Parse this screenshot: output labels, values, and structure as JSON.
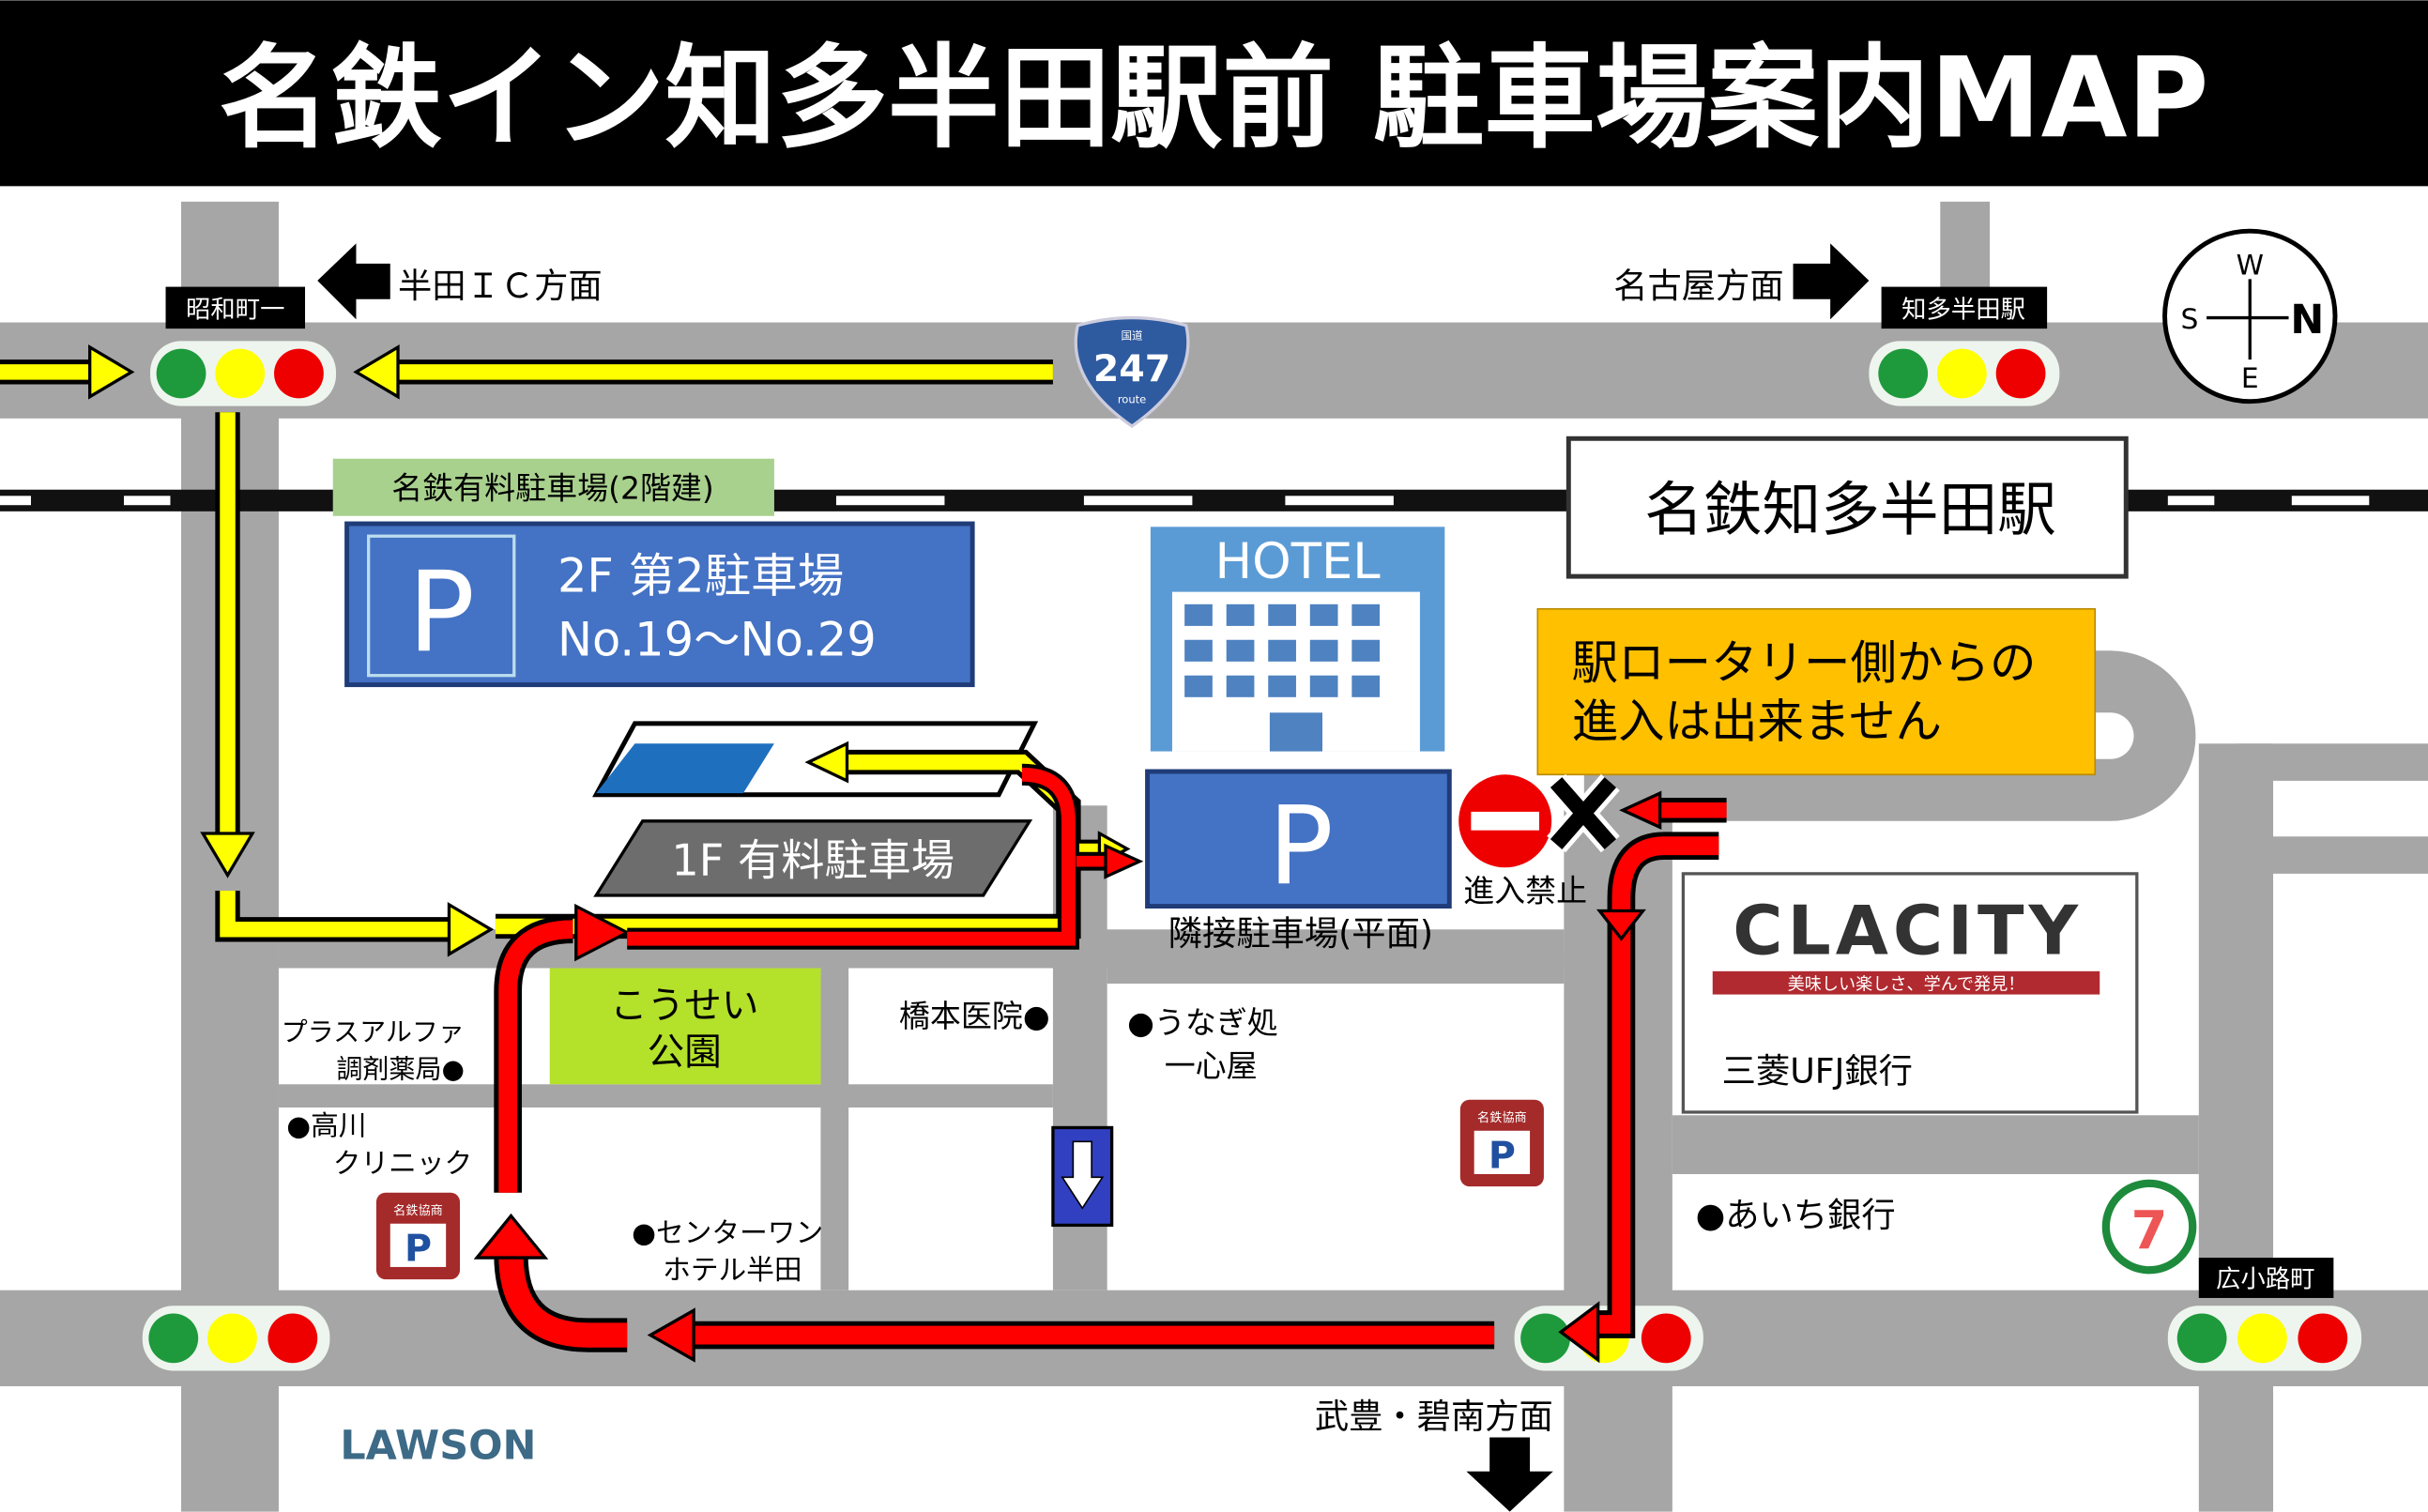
{
  "title": "名鉄イン知多半田駅前 駐車場案内MAP",
  "directions": {
    "west": "半田ＩＣ方面",
    "east": "名古屋方面",
    "south": "武豊・碧南方面"
  },
  "intersections": [
    "昭和町一",
    "知多半田駅",
    "広小路町"
  ],
  "route_shield": {
    "number": "247",
    "top": "国道",
    "bottom": "route"
  },
  "compass": {
    "n": "N",
    "s": "S",
    "e": "E",
    "w": "W"
  },
  "parking": {
    "meitetsu_label": "名鉄有料駐車場(2階建)",
    "p_symbol": "P",
    "second_floor_line1": "2F 第2駐車場",
    "second_floor_line2": "No.19〜No.29",
    "first_floor": "1F 有料駐車場",
    "adjacent": "隣接駐車場(平面)",
    "kyosho": "名鉄協商"
  },
  "hotel": "HOTEL",
  "station": "名鉄知多半田駅",
  "warning": {
    "line1": "駅ロータリー側からの",
    "line2": "進入は出来ません"
  },
  "no_entry": "進入禁止",
  "clacity": {
    "logo": "CLACITY",
    "tagline": "美味しい楽しさ、学んで発見！",
    "bank": "三菱UFJ銀行"
  },
  "landmarks": {
    "park_line1": "こうせい",
    "park_line2": "公園",
    "hashimoto": "橋本医院●",
    "unagi_line1": "●うなぎ処",
    "unagi_line2": "一心屋",
    "pharmacy_line1": "プラスアルファ",
    "pharmacy_line2": "調剤薬局●",
    "clinic_line1": "●高川",
    "clinic_line2": "クリニック",
    "hotel_one_line1": "●センターワン",
    "hotel_one_line2": "ホテル半田",
    "aichi_bank": "●あいち銀行",
    "lawson": "LAWSON",
    "seven": "7"
  },
  "colors": {
    "road": "#a6a6a6",
    "yellow": "#ffff00",
    "red": "#ff0000",
    "blue": "#4472c4",
    "orange": "#ffc000",
    "green_label": "#a9d18e",
    "park": "#b4e12a"
  }
}
